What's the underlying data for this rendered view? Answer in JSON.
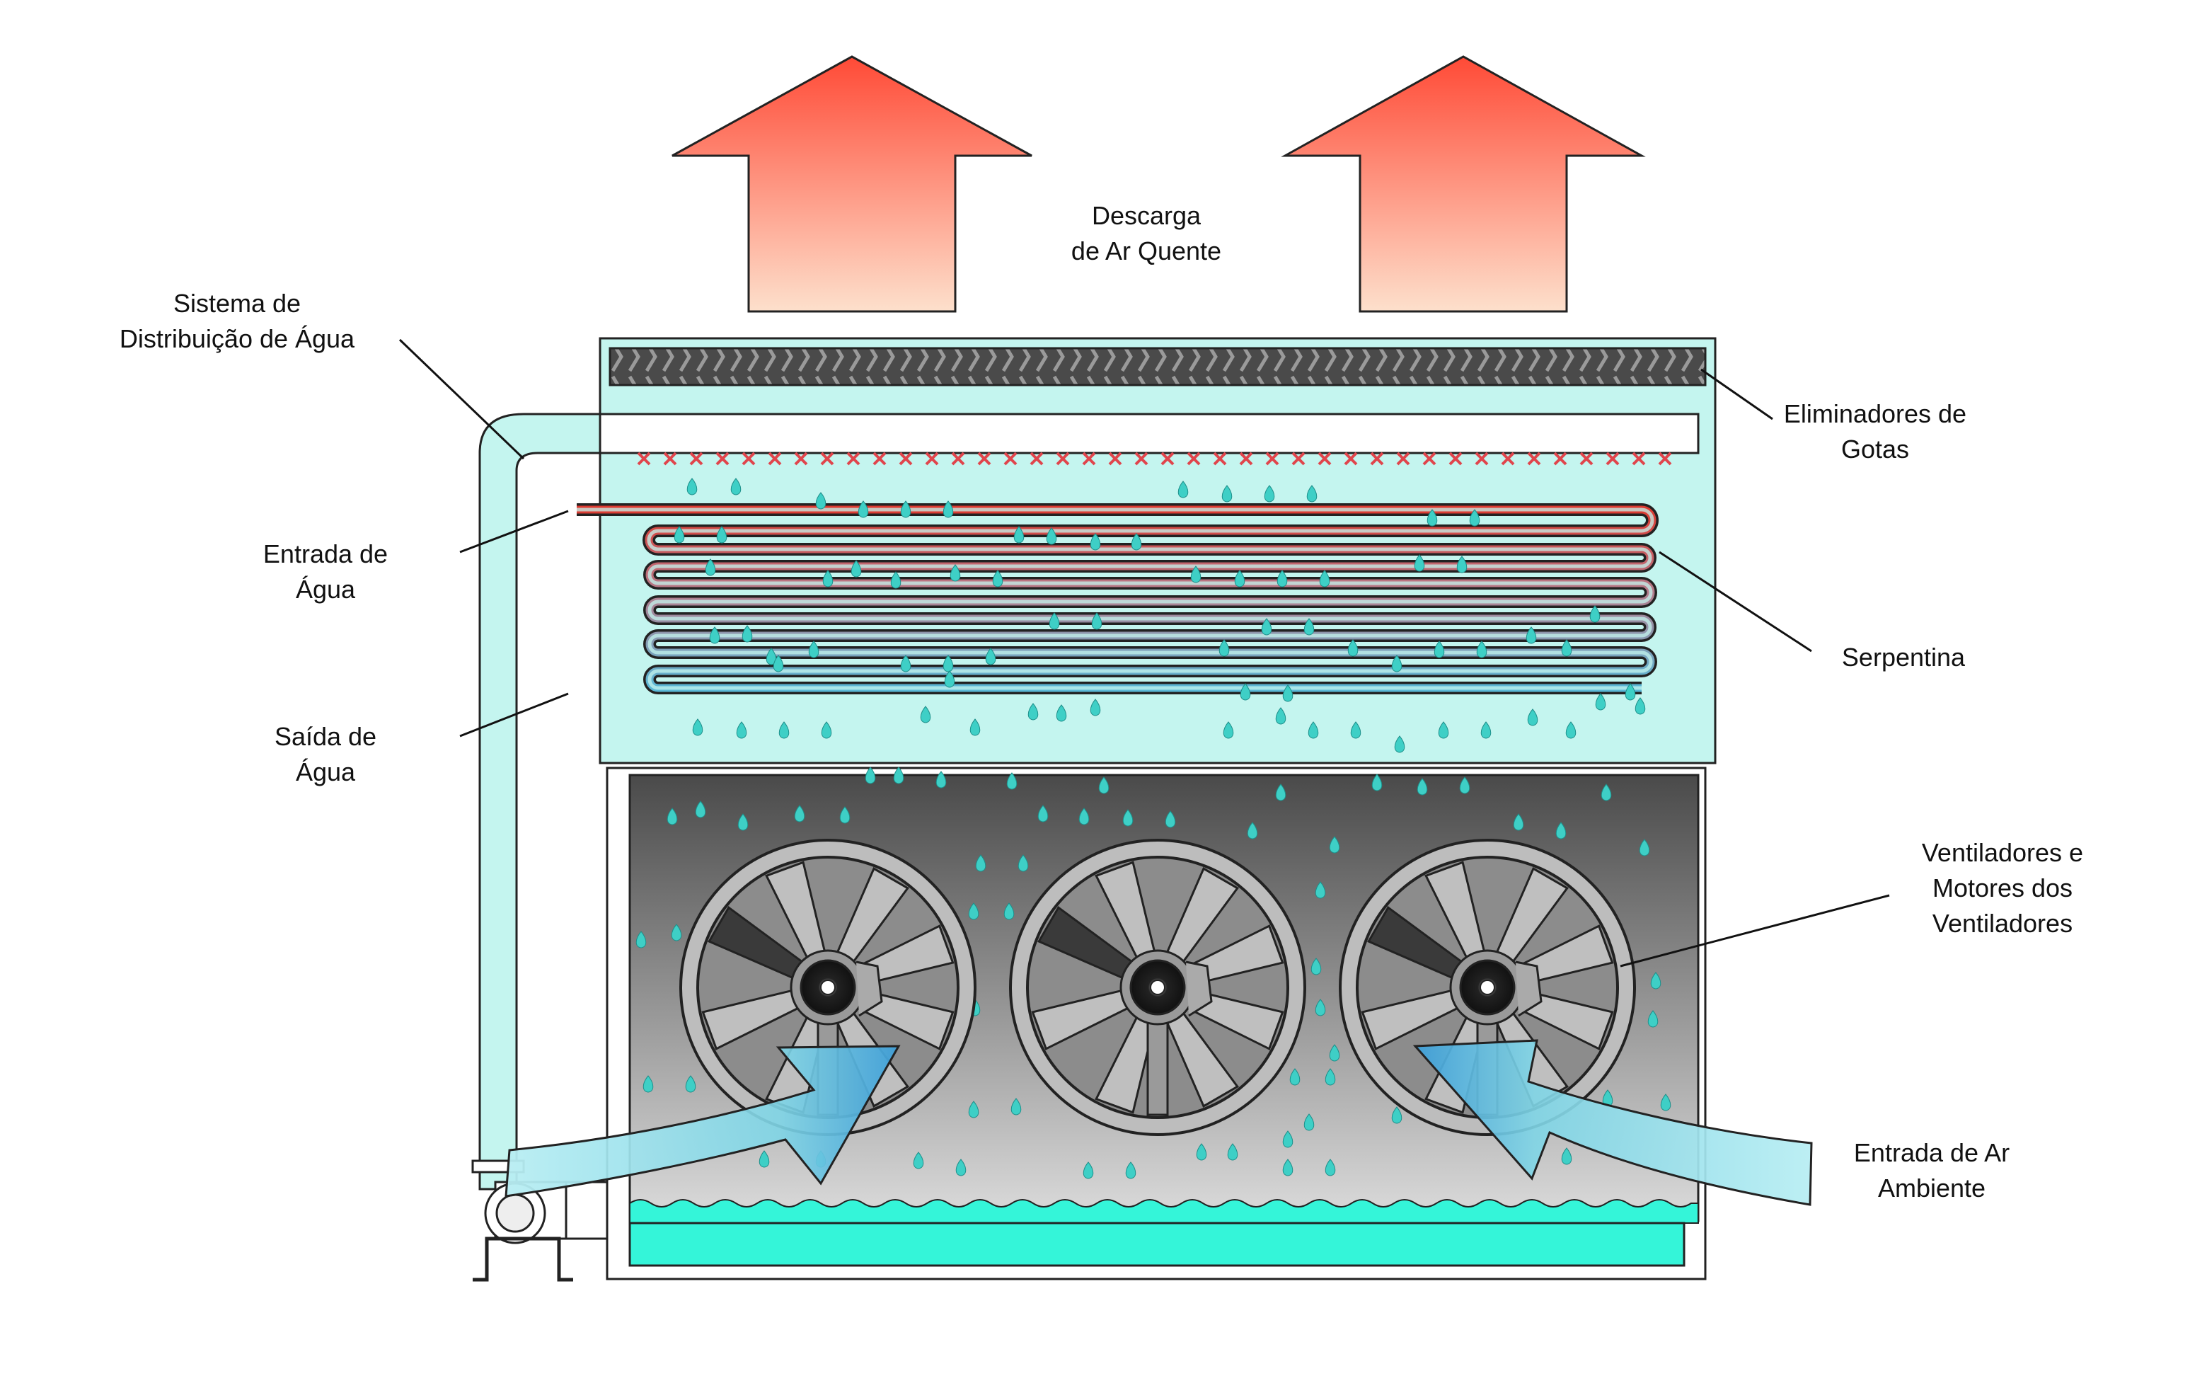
{
  "labels": {
    "hot_air_discharge": [
      "Descarga",
      "de Ar Quente"
    ],
    "water_distribution": [
      "Sistema de",
      "Distribuição de Água"
    ],
    "drift_eliminators": [
      "Eliminadores de",
      "Gotas"
    ],
    "water_inlet": [
      "Entrada de",
      "Água"
    ],
    "coil": [
      "Serpentina"
    ],
    "water_outlet": [
      "Saída de",
      "Água"
    ],
    "fans_and_motors": [
      "Ventiladores e",
      "Motores dos",
      "Ventiladores"
    ],
    "ambient_air_inlet": [
      "Entrada de Ar",
      "Ambiente"
    ]
  },
  "colors": {
    "hot_air_top": "#ff4a36",
    "hot_air_bottom": "#fde0cc",
    "upper_chamber": "#c4f5ef",
    "water": "#34f5d9",
    "droplet": "#3ecfc6",
    "hot_pipe": "#dc3a30",
    "cold_pipe": "#5bb8d6",
    "spray_marks": "#e0454c",
    "cool_air": "#9fe3ec",
    "fan_blade": "#bfbfbf",
    "drift_eliminator": "#3f3f3f",
    "outline": "#222222"
  }
}
